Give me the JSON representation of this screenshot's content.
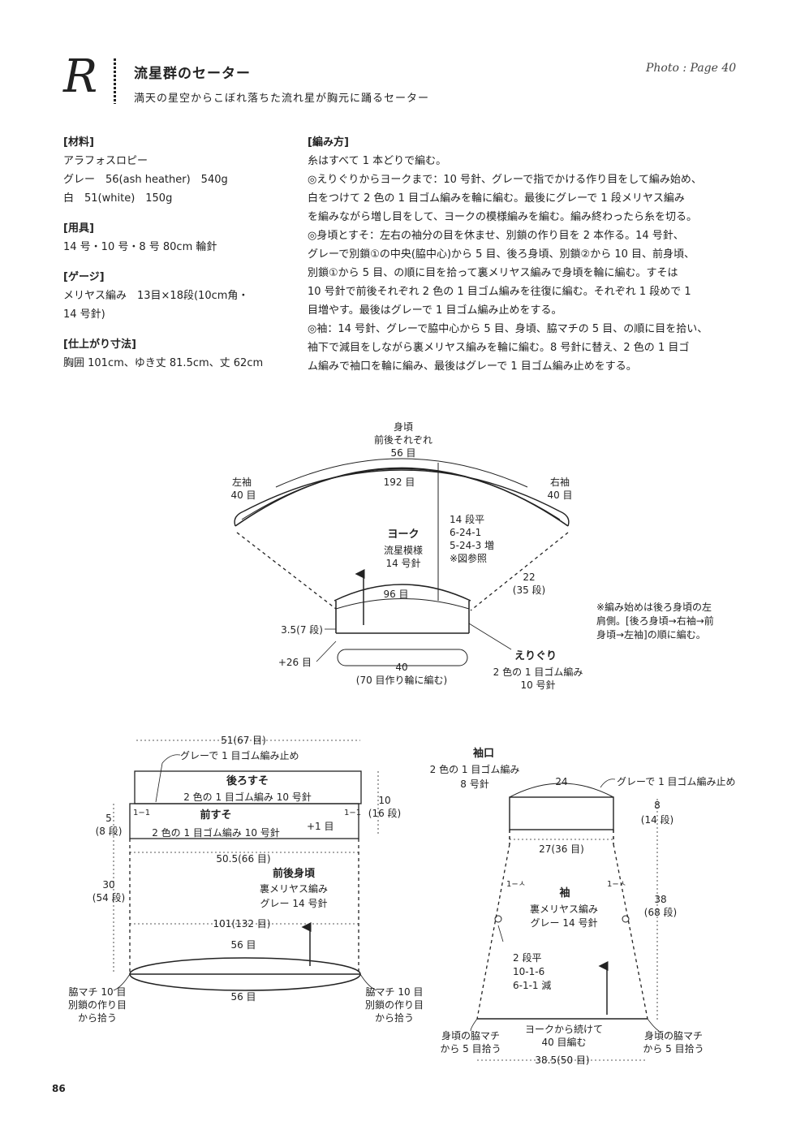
{
  "header": {
    "letter": "R",
    "title": "流星群のセーター",
    "subtitle": "満天の星空からこぼれ落ちた流れ星が胸元に踊るセーター",
    "photo_ref": "Photo : Page 40"
  },
  "materials": {
    "heading": "[材料]",
    "lines": [
      "アラフォスロピー",
      "グレー　56(ash heather)　540g",
      "白　51(white)　150g"
    ]
  },
  "tools": {
    "heading": "[用具]",
    "lines": [
      "14 号・10 号・8 号 80cm 輪針"
    ]
  },
  "gauge": {
    "heading": "[ゲージ]",
    "lines": [
      "メリヤス編み　13目×18段(10cm角・",
      "14 号針)"
    ]
  },
  "size": {
    "heading": "[仕上がり寸法]",
    "lines": [
      "胸囲 101cm、ゆき丈 81.5cm、丈 62cm"
    ]
  },
  "method": {
    "heading": "[編み方]",
    "lines": [
      "糸はすべて 1 本どりで編む。",
      "◎えりぐりからヨークまで：10 号針、グレーで指でかける作り目をして編み始め、",
      "白をつけて 2 色の 1 目ゴム編みを輪に編む。最後にグレーで 1 段メリヤス編み",
      "を編みながら増し目をして、ヨークの模様編みを編む。編み終わったら糸を切る。",
      "◎身頃とすそ：左右の袖分の目を休ませ、別鎖の作り目を 2 本作る。14 号針、",
      "グレーで別鎖①の中央(脇中心)から 5 目、後ろ身頃、別鎖②から 10 目、前身頃、",
      "別鎖①から 5 目、の順に目を拾って裏メリヤス編みで身頃を輪に編む。すそは",
      "10 号針で前後それぞれ 2 色の 1 目ゴム編みを往復に編む。それぞれ 1 段めで 1",
      "目増やす。最後はグレーで 1 目ゴム編み止めをする。",
      "◎袖：14 号針、グレーで脇中心から 5 目、身頃、脇マチの 5 目、の順に目を拾い、",
      "袖下で減目をしながら裏メリヤス編みを輪に編む。8 号針に替え、2 色の 1 目ゴ",
      "ム編みで袖口を輪に編み、最後はグレーで 1 目ゴム編み止めをする。"
    ]
  },
  "yoke": {
    "body_top": [
      "身頃",
      "前後それぞれ",
      "56 目"
    ],
    "left_sleeve": [
      "左袖",
      "40 目"
    ],
    "right_sleeve": [
      "右袖",
      "40 目"
    ],
    "top_count": "192 目",
    "yoke_title": "ヨーク",
    "yoke_pattern": [
      "流星模様",
      "14 号針"
    ],
    "rows_incr": [
      "14 段平",
      "6-24-1",
      "5-24-3 増",
      "※図参照"
    ],
    "side_length": [
      "22",
      "(35 段)"
    ],
    "inner_count": "96 目",
    "neck_height": "3.5(7 段)",
    "plus": "+26 目",
    "neck_width": [
      "40",
      "(70 目作り輪に編む)"
    ],
    "neck_title": "えりぐり",
    "neck_info": [
      "2 色の 1 目ゴム編み",
      "10 号針"
    ],
    "note": [
      "※編み始めは後ろ身頃の左",
      "肩側。[後ろ身頃→右袖→前",
      "身頃→左袖]の順に編む。"
    ]
  },
  "body": {
    "top_width": "51(67 目)",
    "bind_off": "グレーで 1 目ゴム編み止め",
    "back_hem": "後ろすそ",
    "back_hem_info": "2 色の 1 目ゴム編み 10 号針",
    "back_height": [
      "10",
      "(16 段)"
    ],
    "front_height": [
      "5",
      "(8 段)"
    ],
    "rib_mark": "1−1",
    "front_hem": "前すそ",
    "front_hem_info": "2 色の 1 目ゴム編み 10 号針",
    "plus_one": "+1 目",
    "hem_width": "50.5(66 目)",
    "body_title": "前後身頃",
    "body_info": [
      "裏メリヤス編み",
      "グレー 14 号針"
    ],
    "body_height": [
      "30",
      "(54 段)"
    ],
    "chest": "101(132 目)",
    "back_count": "56 目",
    "front_count": "56 目",
    "gusset_left": [
      "脇マチ 10 目",
      "別鎖の作り目",
      "から拾う"
    ],
    "gusset_right": [
      "脇マチ 10 目",
      "別鎖の作り目",
      "から拾う"
    ]
  },
  "sleeve": {
    "cuff_title": "袖口",
    "cuff_info": [
      "2 色の 1 目ゴム編み",
      "8 号針"
    ],
    "cuff_width": "24",
    "bind_off": "グレーで 1 目ゴム編み止め",
    "cuff_height": [
      "8",
      "(14 段)"
    ],
    "sleeve_top": "27(36 目)",
    "dec_mark": "1−ㅅ",
    "sleeve_title": "袖",
    "sleeve_info": [
      "裏メリヤス編み",
      "グレー 14 号針"
    ],
    "sleeve_height": [
      "38",
      "(68 段)"
    ],
    "dec": [
      "2 段平",
      "10-1-6",
      "6-1-1 減"
    ],
    "pick_left": [
      "身頃の脇マチ",
      "から 5 目拾う"
    ],
    "continue": [
      "ヨークから続けて",
      "40 目編む"
    ],
    "pick_right": [
      "身頃の脇マチ",
      "から 5 目拾う"
    ],
    "bottom": "38.5(50 目)"
  },
  "page_number": "86"
}
